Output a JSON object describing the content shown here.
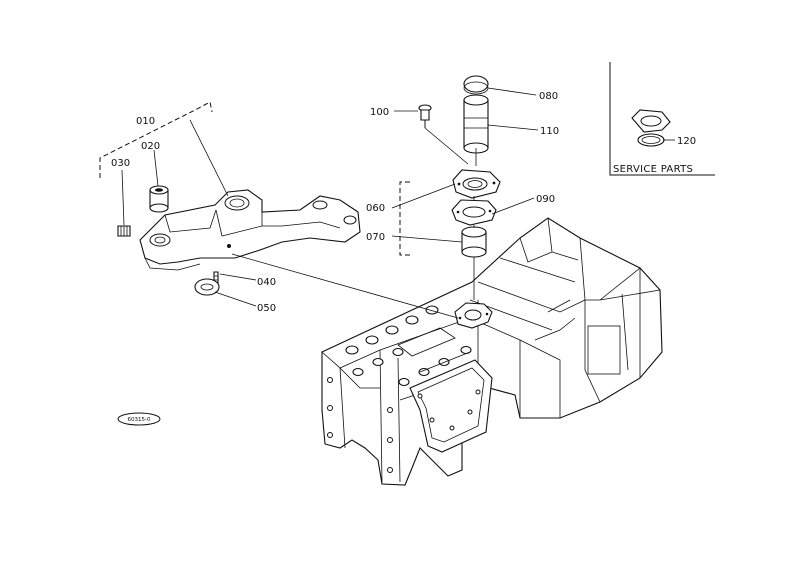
{
  "callouts": {
    "p010": "010",
    "p020": "020",
    "p030": "030",
    "p040": "040",
    "p050": "050",
    "p060": "060",
    "p070": "070",
    "p080": "080",
    "p090": "090",
    "p100": "100",
    "p110": "110",
    "p120": "120"
  },
  "service_parts_label": "SERVICE PARTS",
  "drawing_code": "60315-0"
}
